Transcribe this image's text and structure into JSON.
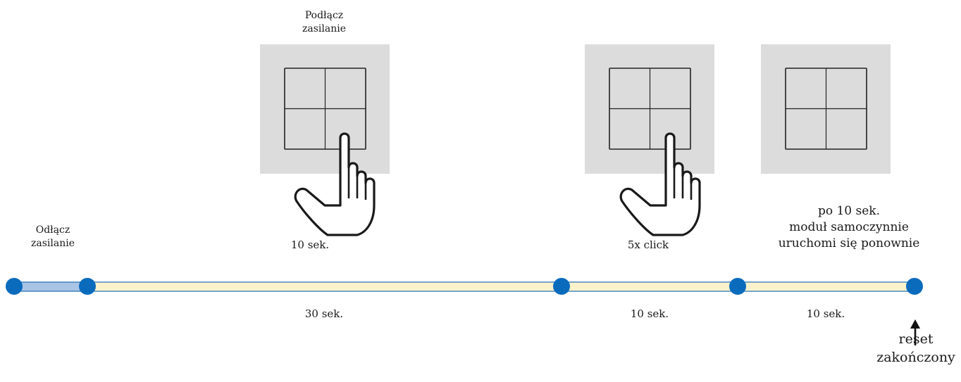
{
  "steps": {
    "connect_power": [
      "Podłącz",
      "zasilanie"
    ],
    "disconnect_power": [
      "Odłącz",
      "zasilanie"
    ],
    "hold_duration": "10 sek.",
    "click_action": "5x click",
    "auto_restart": [
      "po 10 sek.",
      "moduł samoczynnie",
      "uruchomi się ponownie"
    ]
  },
  "timeline": {
    "segments": [
      {
        "label": "",
        "color": "#a9c4e4"
      },
      {
        "label": "30 sek.",
        "color": "#fbf2cc"
      },
      {
        "label": "10 sek.",
        "color": "#fbf2cc"
      },
      {
        "label": "10 sek.",
        "color": "#fbf2cc"
      }
    ],
    "node_color": "#0a6bbd",
    "line_color": "#1f6fb5"
  },
  "end_marker": {
    "label": [
      "reset",
      "zakończony"
    ],
    "icon": "arrow-up-icon"
  },
  "icons": {
    "panel": "touch-panel-icon",
    "hand": "pointing-hand-icon"
  }
}
